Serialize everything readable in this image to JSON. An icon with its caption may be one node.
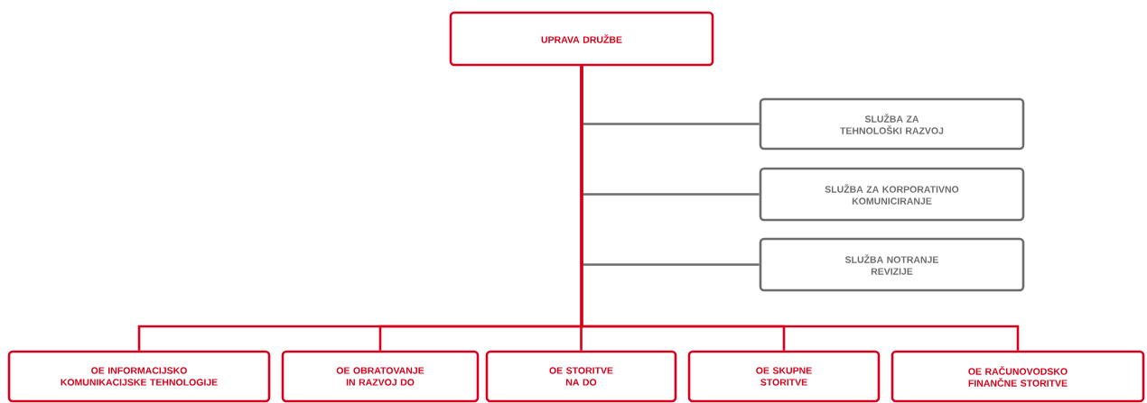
{
  "diagram": {
    "nodes": [
      {
        "text": [
          "UPRAVA DRUŽBE"
        ]
      },
      {
        "text": [
          "SLUŽBA ZA TEHNOLOŠKI RAZVOJ"
        ]
      },
      {
        "text": [
          "SLUŽBA ZA KORPORATIVNO KOMUNICIRANJE"
        ]
      },
      {
        "text": [
          "SLUŽBA NOTRANJE REVIZIJE"
        ]
      },
      {
        "text": [
          "OE INFORMACIJSKO KOMUNIKACIJSKE TEHNOLOGIJE"
        ]
      },
      {
        "text": [
          "OE OBRATOVANJE IN RAZVOJ DO"
        ]
      },
      {
        "text": [
          "OE STORITVE NA DO"
        ]
      },
      {
        "text": [
          "OE SKUPNE STORITVE"
        ]
      },
      {
        "text": [
          "OE RAČUNOVODSKO FINANČNE STORITVE"
        ]
      }
    ],
    "edges": [
      {
        "from": 0,
        "to": 1,
        "arrow": "none",
        "color": "#6d6d6d"
      },
      {
        "from": 0,
        "to": 2,
        "arrow": "none",
        "color": "#6d6d6d"
      },
      {
        "from": 0,
        "to": 3,
        "arrow": "none",
        "color": "#6d6d6d"
      },
      {
        "from": 0,
        "to": 4,
        "arrow": "none"
      },
      {
        "from": 0,
        "to": 5,
        "arrow": "none"
      },
      {
        "from": 0,
        "to": 6,
        "arrow": "none"
      },
      {
        "from": 0,
        "to": 7,
        "arrow": "none"
      },
      {
        "from": 0,
        "to": 8,
        "arrow": "none"
      }
    ]
  }
}
